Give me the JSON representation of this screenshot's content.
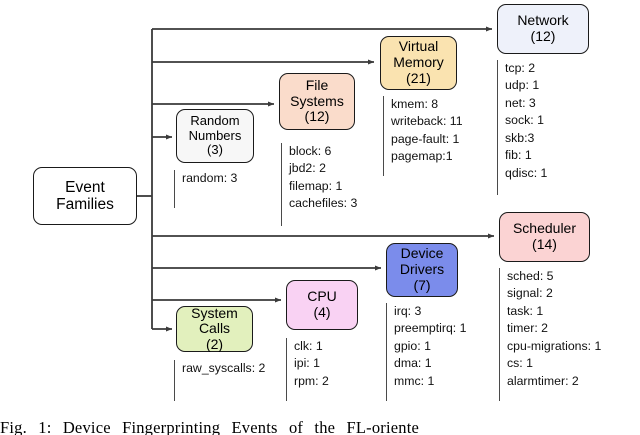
{
  "figure": {
    "caption": "Fig.  1:  Device  Fingerprinting  Events  of  the  FL-oriente"
  },
  "root": {
    "label": "Event\nFamilies"
  },
  "colors": {
    "network": "#eef1fa",
    "virtual_memory": "#fae3b0",
    "file_systems": "#fadccb",
    "random_numbers": "#f7f7f7",
    "scheduler": "#fbd3d3",
    "device_drivers": "#7b8ceb",
    "cpu": "#f9d2f3",
    "system_calls": "#e2f0bd",
    "stroke": "#1a1a1a",
    "connector": "#3a3a3a"
  },
  "families": [
    {
      "name": "network",
      "label": "Network",
      "count": "(12)",
      "events": [
        "tcp: 2",
        "udp: 1",
        "net: 3",
        "sock: 1",
        "skb:3",
        "fib: 1",
        "qdisc: 1"
      ]
    },
    {
      "name": "virtual-memory",
      "label": "Virtual\nMemory",
      "count": "(21)",
      "events": [
        "kmem: 8",
        "writeback: 11",
        "page-fault: 1",
        "pagemap:1"
      ]
    },
    {
      "name": "file-systems",
      "label": "File\nSystems",
      "count": "(12)",
      "events": [
        "block: 6",
        "jbd2: 2",
        "filemap: 1",
        "cachefiles: 3"
      ]
    },
    {
      "name": "random-numbers",
      "label": "Random\nNumbers",
      "count": "(3)",
      "events": [
        "random: 3"
      ]
    },
    {
      "name": "scheduler",
      "label": "Scheduler",
      "count": "(14)",
      "events": [
        "sched: 5",
        "signal: 2",
        "task: 1",
        "timer: 2",
        "cpu-migrations: 1",
        "cs: 1",
        "alarmtimer: 2"
      ]
    },
    {
      "name": "device-drivers",
      "label": "Device\nDrivers",
      "count": "(7)",
      "events": [
        "irq: 3",
        "preemptirq: 1",
        "gpio: 1",
        "dma: 1",
        "mmc: 1"
      ]
    },
    {
      "name": "cpu",
      "label": "CPU",
      "count": "(4)",
      "events": [
        "clk: 1",
        "ipi: 1",
        "rpm: 2"
      ]
    },
    {
      "name": "system-calls",
      "label": "System\nCalls",
      "count": "(2)",
      "events": [
        "raw_syscalls: 2"
      ]
    }
  ]
}
